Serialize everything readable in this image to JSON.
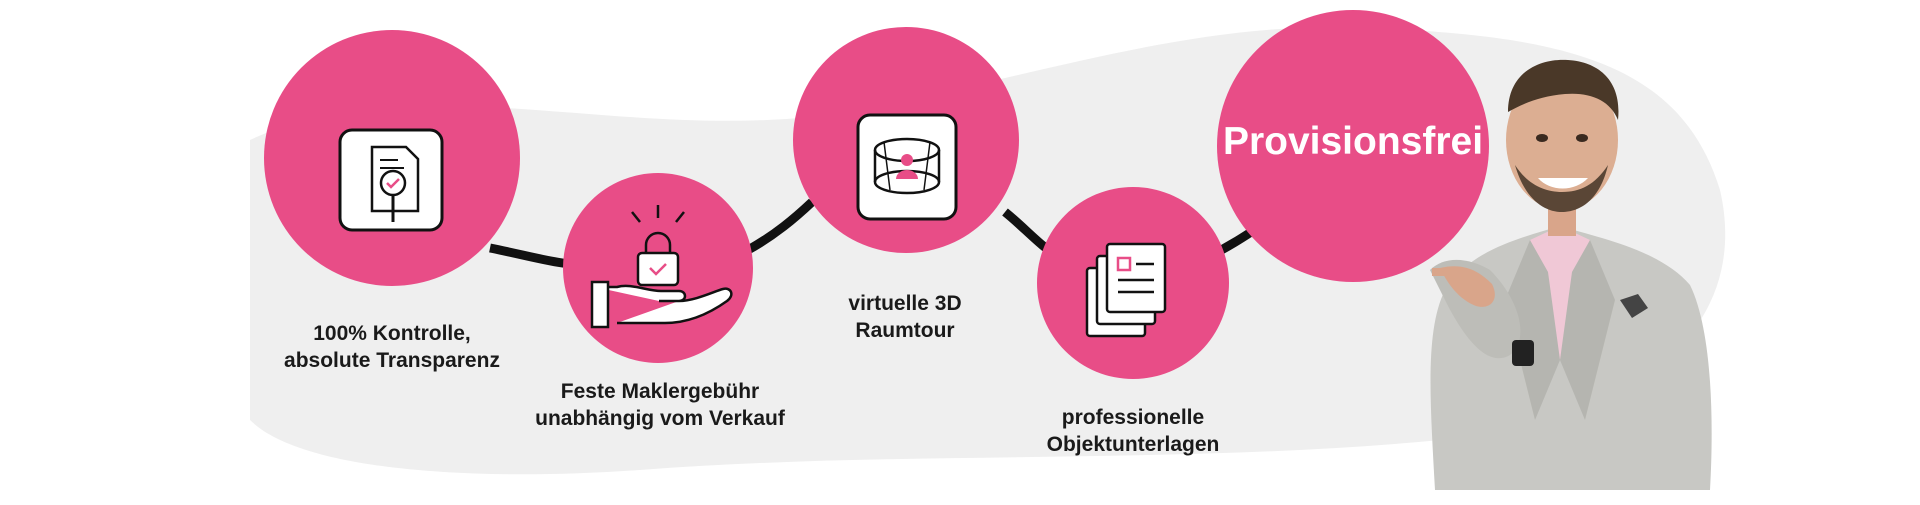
{
  "colors": {
    "accent": "#e84d87",
    "background_blob": "#efefef",
    "connector": "#111111"
  },
  "features": [
    {
      "icon": "document-search-icon",
      "line1": "100% Kontrolle,",
      "line2": "absolute Transparenz"
    },
    {
      "icon": "hand-lock-icon",
      "line1": "Feste Maklergebühr",
      "line2": "unabhängig vom Verkauf"
    },
    {
      "icon": "360-tour-icon",
      "line1": "virtuelle 3D",
      "line2": "Raumtour"
    },
    {
      "icon": "documents-stack-icon",
      "line1": "professionelle",
      "line2": "Objektunterlagen"
    }
  ],
  "badge": {
    "label": "Provisionsfrei"
  },
  "person": {
    "description_icon": "smiling-man-pointing-icon"
  }
}
